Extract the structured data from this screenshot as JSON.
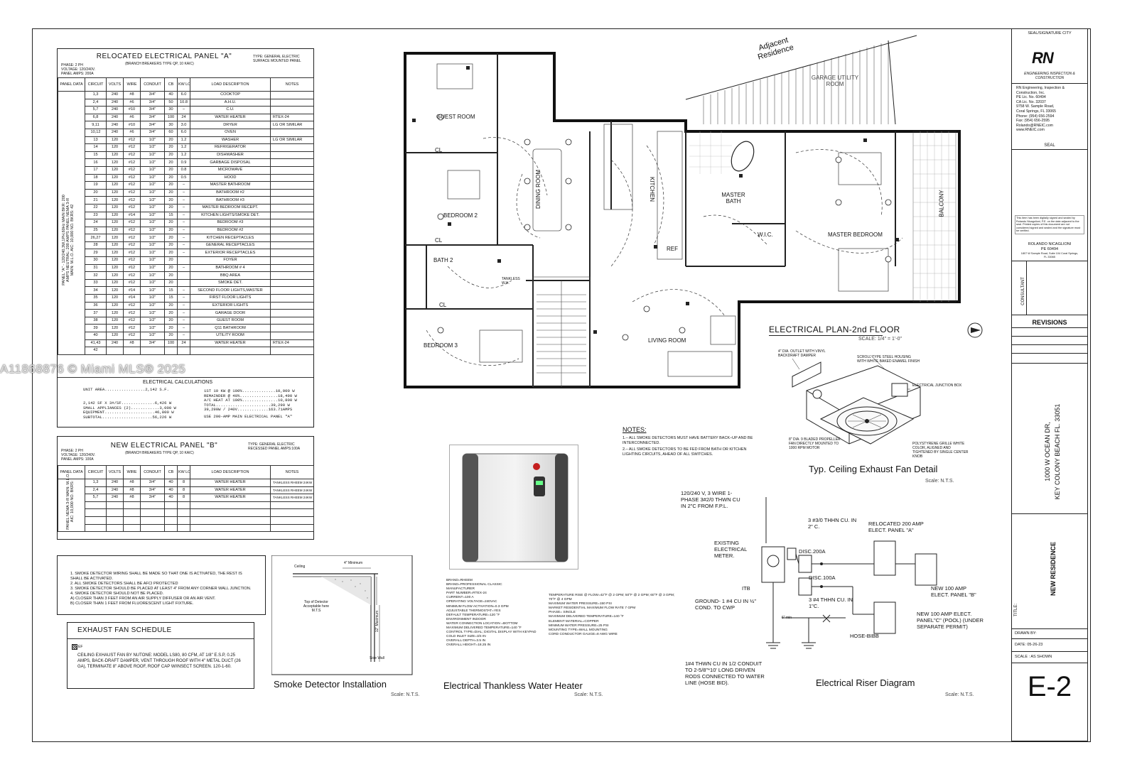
{
  "panel_a": {
    "title": "RELOCATED ELECTRICAL PANEL \"A\"",
    "subtitle": "(BRANCH BREAKERS TYPE QP, 10 KAIC)",
    "type_note": "TYPE: GENERAL ELECTRIC SURFACE MOUNTED PANEL",
    "phase": "PHASE: 2 PH",
    "voltage": "VOLTAGE: 120/240V.",
    "amps": "PANEL AMPS: 200A",
    "side_label": "PANEL \"A\" - 120/240,3W,1PH,60Hz  MAIN BKR: 200 AMPS NEUTRAL: 200 AMPS  PANEL NEMA 3-R  MAIN: M.L.O.  AIC: 10,000  NO. BKRS: 42",
    "headers": [
      "PANEL DATA",
      "CIRCUIT",
      "VOLTS",
      "WIRE",
      "CONDUIT",
      "CB",
      "KW LOAD",
      "LOAD DESCRIPTION",
      "NOTES"
    ],
    "rows": [
      [
        "1,3",
        "240",
        "#8",
        "3/4\"",
        "40",
        "6.0",
        "COOKTOP",
        ""
      ],
      [
        "2,4",
        "240",
        "#6",
        "3/4\"",
        "50",
        "10.8",
        "A.H.U.",
        ""
      ],
      [
        "5,7",
        "240",
        "#10",
        "3/4\"",
        "30",
        "–",
        "C.U.",
        ""
      ],
      [
        "6,8",
        "240",
        "#6",
        "3/4\"",
        "100",
        "24",
        "WATER HEATER",
        "RTEX-24"
      ],
      [
        "9,11",
        "240",
        "#10",
        "3/4\"",
        "30",
        "3.0",
        "DRYER",
        "LG OR SIMILAR"
      ],
      [
        "10,12",
        "240",
        "#6",
        "3/4\"",
        "60",
        "6.0",
        "OVEN",
        ""
      ],
      [
        "13",
        "120",
        "#12",
        "1/2\"",
        "20",
        "1.2",
        "WASHER",
        "LG OR SIMILAR"
      ],
      [
        "14",
        "120",
        "#12",
        "1/2\"",
        "20",
        "1.2",
        "REFRIGERATOR",
        ""
      ],
      [
        "15",
        "120",
        "#12",
        "1/2\"",
        "20",
        "1.2",
        "DISHWASHER",
        ""
      ],
      [
        "16",
        "120",
        "#12",
        "1/2\"",
        "20",
        "0.9",
        "GARBAGE DISPOSAL",
        ""
      ],
      [
        "17",
        "120",
        "#12",
        "1/2\"",
        "20",
        "0.8",
        "MICROWAVE",
        ""
      ],
      [
        "18",
        "120",
        "#12",
        "1/2\"",
        "20",
        "0.5",
        "HOOD",
        ""
      ],
      [
        "19",
        "120",
        "#12",
        "1/2\"",
        "20",
        "–",
        "MASTER BATHROOM",
        ""
      ],
      [
        "20",
        "120",
        "#12",
        "1/2\"",
        "20",
        "–",
        "BATHROOM #2",
        ""
      ],
      [
        "21",
        "120",
        "#12",
        "1/2\"",
        "20",
        "–",
        "BATHROOM #3",
        ""
      ],
      [
        "22",
        "120",
        "#12",
        "1/2\"",
        "20",
        "–",
        "MASTER BEDROOM RECEPT.",
        ""
      ],
      [
        "23",
        "120",
        "#14",
        "1/2\"",
        "15",
        "–",
        "KITCHEN LIGHTS/SMOKE DET.",
        ""
      ],
      [
        "24",
        "120",
        "#12",
        "1/2\"",
        "20",
        "–",
        "BEDROOM #3",
        ""
      ],
      [
        "25",
        "120",
        "#12",
        "1/2\"",
        "20",
        "–",
        "BEDROOM #2",
        ""
      ],
      [
        "26,27",
        "120",
        "#12",
        "1/2\"",
        "20",
        "–",
        "KITCHEN RECEPTACLES",
        ""
      ],
      [
        "28",
        "120",
        "#12",
        "1/2\"",
        "20",
        "–",
        "GENERAL RECEPTACLES",
        ""
      ],
      [
        "29",
        "120",
        "#12",
        "1/2\"",
        "20",
        "–",
        "EXTERIOR RECEPTACLES",
        ""
      ],
      [
        "30",
        "120",
        "#12",
        "1/2\"",
        "20",
        "",
        "FOYER",
        ""
      ],
      [
        "31",
        "120",
        "#12",
        "1/2\"",
        "20",
        "–",
        "BATHROOM # 4",
        ""
      ],
      [
        "32",
        "120",
        "#12",
        "1/2\"",
        "20",
        "",
        "BBQ AREA",
        ""
      ],
      [
        "33",
        "120",
        "#12",
        "1/2\"",
        "20",
        "",
        "SMOKE DET.",
        ""
      ],
      [
        "34",
        "120",
        "#14",
        "1/2\"",
        "15",
        "–",
        "SECOND FLOOR LIGHTS,MASTER",
        ""
      ],
      [
        "35",
        "120",
        "#14",
        "1/2\"",
        "15",
        "–",
        "FIRST FLOOR LIGHTS",
        ""
      ],
      [
        "36",
        "120",
        "#12",
        "1/2\"",
        "20",
        "–",
        "EXTERIOR LIGHTS",
        ""
      ],
      [
        "37",
        "120",
        "#12",
        "1/2\"",
        "20",
        "–",
        "GARAGE DOOR",
        ""
      ],
      [
        "38",
        "120",
        "#12",
        "1/2\"",
        "20",
        "–",
        "GUEST ROOM",
        ""
      ],
      [
        "39",
        "120",
        "#12",
        "1/2\"",
        "20",
        "–",
        "Q11 BATHROOM",
        ""
      ],
      [
        "40",
        "120",
        "#12",
        "1/2\"",
        "20",
        "–",
        "UTILITY ROOM",
        ""
      ],
      [
        "41,43",
        "240",
        "#8",
        "3/4\"",
        "100",
        "24",
        "WATER HEATER",
        "RTEX-24"
      ],
      [
        "42",
        "",
        "",
        "",
        "",
        "",
        "",
        ""
      ]
    ]
  },
  "calc": {
    "title": "ELECTRICAL CALCULATIONS",
    "left": [
      "UNIT AREA.................2,142 S.F.",
      "",
      "2,142 SF X 3#/SF..............6,426 W",
      "SMALL APPLIANCES (2)............3,000 W",
      "EQUIPMENT.....................46,800 W",
      "SUBTOTAL.....................56,226 W"
    ],
    "right": [
      "1ST 10 KW @ 100%..............10,000 W",
      "REMAINDER @ 40%................18,490 W",
      "A/C HEAT AT 100%...............10,800 W",
      "TOTAL.......................39,290 W",
      "39,290W / 240V.............163.71AMPS",
      "USE 200-AMP MAIN ELECTRICAL PANEL \"A\""
    ]
  },
  "panel_b": {
    "title": "NEW ELECTRICAL PANEL \"B\"",
    "subtitle": "(BRANCH BREAKERS TYPE QP, 10 KAIC)",
    "type_note": "TYPE: GENERAL ELECTRIC RECESSED PANEL AMPS:100A",
    "phase": "PHASE: 2 PH",
    "voltage": "VOLTAGE: 120/240V.",
    "amps": "PANEL AMPS: 100A",
    "side_label": "PANEL NEMA 3-R  MAIN: M.L.O.  AIC: 10,000  NO. BKRS:",
    "headers": [
      "PANEL DATA",
      "CIRCUIT",
      "VOLTS",
      "WIRE",
      "CONDUIT",
      "CB",
      "KW LOAD",
      "LOAD DESCRIPTION",
      "NOTES"
    ],
    "rows": [
      [
        "1,3",
        "240",
        "#8",
        "3/4\"",
        "40",
        "8",
        "WATER HEATER",
        "TANKLESS RHEEM 24KW"
      ],
      [
        "2,4",
        "240",
        "#8",
        "3/4\"",
        "40",
        "8",
        "WATER HEATER",
        "TANKLESS RHEEM 24KW"
      ],
      [
        "5,7",
        "240",
        "#8",
        "3/4\"",
        "40",
        "8",
        "WATER HEATER",
        "TANKLESS RHEEM 24KW"
      ],
      [
        "",
        "",
        "",
        "",
        "",
        "",
        "",
        ""
      ],
      [
        "",
        "",
        "",
        "",
        "",
        "",
        "",
        ""
      ],
      [
        "",
        "",
        "",
        "",
        "",
        "",
        "",
        ""
      ],
      [
        "",
        "",
        "",
        "",
        "",
        "",
        "",
        ""
      ]
    ]
  },
  "smoke_notes": {
    "lines": [
      "1. SMOKE DETECTOR WIRING SHALL BE MADE SO THAT ONE IS ACTIVATED, THE REST IS",
      "    SHALL BE ACTIVATED.",
      "2. ALL SMOKE DETECTORS SHALL BE AFCI PROTECTED",
      "3. SMOKE DETECTOR SHOULD BE PLACED AT LEAST 4\" FROM ANY CORNER WALL JUNCTION.",
      "4. SMOKE DETECTOR SHOULD NOT BE PLACED.",
      "   A)  CLOSER THAN 3 FEET FROM AN AIR SUPPLY DIFFUSER OR AN AIR VENT.",
      "   B)  CLOSER THAN 1 FEET FROM  FLUORESCENT LIGHT FIXTURE."
    ]
  },
  "exhaust": {
    "title": "EXHAUST FAN SCHEDULE",
    "ef": "EF",
    "text": "CEILING EXHAUST FAN BY NUTONE: MODEL LS80, 80 CFM, AT 1/8\" E.S.P, 0.25 AMPS, BACK-DRAFT DAMPER, VENT THROUGH ROOF WITH 4\" METAL  DUCT (26 GA), TERMINATE 8\" ABOVE ROOF, ROOF CAP W/INSECT SCREEN. 120-1-60."
  },
  "smoke_install": {
    "caption": "Smoke Detector Installation",
    "scale": "Scale:  N.T.S.",
    "ceiling": "Ceiling",
    "min4": "4\" Minimum",
    "max12": "12\" Maximum",
    "top_det": "Top of Detector Acceptable here M.T.S",
    "side_wall": "Side Wall"
  },
  "heater": {
    "caption": "Electrical Thankless Water Heater",
    "scale": "Scale:  N.T.S.",
    "specs_left": [
      "BRAND=RHEEM",
      "BRAND=PROFESSIONAL CLASSIC",
      "MANUFACTURER",
      "PART NUMBER=RTEX-24",
      "CURRENT=100 A",
      "OPERATING VOLTAGE=240VAC",
      "MINIMUM FLOW ACTIVATION=0.3 GPM",
      "ADJUSTABLE THERMOSTAT=YES",
      "DEFAULT TEMPERATURE=120 °F",
      "ENVIRONMENT INDOOR",
      "WATER CONNECTION LOCATION =BOTTOM",
      "MAXIMUM DELIVERED TEMPERATURE=140 °F",
      "CONTROL TYPE=DIAL; DIGITAL DISPLAY WITH KEYPAD",
      "COLD INLET SIZE=3/4 IN",
      "OVERALL DEPTH=3.5 IN",
      "OVERALL HEIGHT=18.25 IN"
    ],
    "specs_right": [
      "TEMPERATURE RISE @ FLOW=42°F @ 2 GPM; 50°F @ 2 GPM; 60°F @ 3 GPM;",
      "70°F @ 4 GPM",
      "MAXIMUM WATER PRESSURE=150 PSI",
      "MARKET RESIDENTIAL MAXIMUM FLOW RATE 7 GPM",
      "PHASE= SINGLE",
      "MAXIMUM DELIVERED TEMPERATURE=140 °F",
      "ELEMENT MATERIAL=COPPER",
      "MINIMUM WATER PRESSURE=25 PSI",
      "MOUNTING TYPE=WALL MOUNTING",
      "CORD CONDUCTOR GAUGE=8 AWG WIRE"
    ]
  },
  "notes": {
    "title": "NOTES:",
    "lines": [
      "1.– ALL SMOKE DETECTORS MUST HAVE BATTERY BACK–UP AND BE INTERCONNECTED.",
      "2.– ALL SMOKE DETECTORS TO BE FED FROM BATH OR KITCHEN LIGHTING  CIRCUITS, AHEAD OF ALL SWITCHES."
    ]
  },
  "plan": {
    "title": "ELECTRICAL PLAN-2nd  FLOOR",
    "scale": "SCALE:  1/4\" = 1'-0\"",
    "adjacent": "Adjacent Residence",
    "rooms": {
      "guest": "GUEST ROOM",
      "bed2": "BEDROOM 2",
      "bed3": "BEDROOM 3",
      "bath2": "BATH 2",
      "dining": "DINING ROOM",
      "kitchen": "KITCHEN",
      "living": "LIVING ROOM",
      "masterbath": "MASTER BATH",
      "wic": "W.I.C.",
      "masterbed": "MASTER BEDROOM",
      "balcony": "BALCONY",
      "garage": "GARAGE UTILITY ROOM",
      "ref": "REF",
      "cl": "CL",
      "tankless": "TANKLESS W.H."
    }
  },
  "fan_detail": {
    "caption": "Typ. Ceiling Exhaust Fan Detail",
    "scale": "Scale:  N.T.S.",
    "l1": "4\" DIA. OUTLET WITH VINYL BACKDRAFT DAMPER",
    "l2": "SCROLL TYPE STEEL HOUSING WITH WHITE BAKED ENAMEL FINISH",
    "l3": "ELECTRICAL JUNCTION BOX",
    "l4": "8\" DIA. 9 BLADED PROPELLER FAN DIRECTLY MOUNTED TO 1000 RPM MOTOR",
    "l5": "POLYSTYRENE GRILLE WHITE COLOR, ALIGNED AND TIGHTENED BY SINGLE CENTER KNOB"
  },
  "riser": {
    "caption": "Electrical Riser Diagram",
    "scale": "Scale:  N.T.S.",
    "service": "120/240 V, 3 WIRE 1-PHASE 3#2/0 THWN CU IN 2\"C FROM F.P.L.",
    "meter": "EXISTING ELECTRICAL METER.",
    "itb": "ITB",
    "ground": "GROUND- 1 #4 CU IN ½\" COND. TO CWP",
    "thwn3": "3 #3/0 THHN CU. IN 2\" C.",
    "disc200": "DISC.200A",
    "disc100": "DISC.100A",
    "thwn4": "3 #4 THHN CU. IN 1\"C.",
    "panel_a": "RELOCATED 200 AMP ELECT. PANEL \"A\"",
    "panel_b": "NEW 100 AMP ELECT. PANEL \"B\"",
    "panel_c": "NEW 100 AMP ELECT. PANEL\"C\" (POOL) (UNDER SEPARATE PERMIT)",
    "min": "6\" min",
    "hose": "HOSE-BIBB",
    "rods": "1#4 THWN CU IN 1/2 CONDUIT TO 2-5/8\"*10' LONG DRIVEN RODS CONNECTED TO WATER LINE (HOSE BID)."
  },
  "title_block": {
    "seal_city": "SEAL/SIGNATURE CITY",
    "logo": "RN",
    "logo_sub": "ENGINEERING INSPECTION & CONSTRUCTION",
    "firm": "RN Engineering, Inspection & Construction, Inc.",
    "pe": "PE Lic. No. 60494",
    "ca": "CA Lic. No. 32037",
    "addr1": "9758 W. Sample Road,",
    "addr2": "Coral Springs, FL 33065",
    "phone": "Phone: (954) 656-2594",
    "fax": "Fax:  (954) 656-2595",
    "email": "Rolando@RNEIC.com",
    "web": "www.RNEIC.com",
    "seal": "SEAL",
    "seal_note": "This item has been digitally signed and sealed by Rolando Nicagolioni, P.E. on the date adjacent to the seal. Printed copies of this document are not considered signed and sealed and the signature must be verified.",
    "engineer": "ROLANDO NICAGLIONI",
    "engineer_pe": "PE 60494",
    "engineer_addr": "1807 W Sample Road, Suite 104 Coral Springs, FL 33065",
    "consultant": "CONSULTANT",
    "revisions": "REVISIONS",
    "address1": "1000 W OCEAN DR,",
    "address2": "KEY COLONY BEACH FL. 33051",
    "project": "NEW RESIDENCE",
    "title_lbl": "TITLE:",
    "drawn_by": "DRAWN BY:",
    "date": "DATE: 05-26-23",
    "scale": "SCALE : AS SHOWN",
    "sheet": "E-2"
  },
  "watermark": "A11868876 © Miami MLS® 2025"
}
